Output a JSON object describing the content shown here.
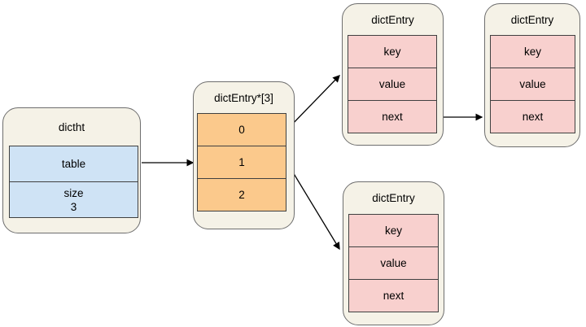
{
  "nodes": {
    "dictht": {
      "title": "dictht",
      "cells": [
        "table",
        "size\n3"
      ]
    },
    "bucket_array": {
      "title": "dictEntry*[3]",
      "cells": [
        "0",
        "1",
        "2"
      ]
    },
    "entry_top_left": {
      "title": "dictEntry",
      "cells": [
        "key",
        "value",
        "next"
      ]
    },
    "entry_top_right": {
      "title": "dictEntry",
      "cells": [
        "key",
        "value",
        "next"
      ]
    },
    "entry_bottom": {
      "title": "dictEntry",
      "cells": [
        "key",
        "value",
        "next"
      ]
    }
  },
  "edges": [
    {
      "from": "dictht.table",
      "to": "bucket_array"
    },
    {
      "from": "bucket_array.0",
      "to": "entry_top_left"
    },
    {
      "from": "bucket_array.1",
      "to": "entry_bottom"
    },
    {
      "from": "entry_top_left.next",
      "to": "entry_top_right"
    }
  ],
  "colors": {
    "container_fill": "#f5f2e7",
    "container_border": "#6e6e6e",
    "table_cell_fill": "#cfe3f5",
    "bucket_cell_fill": "#fbc98c",
    "entry_cell_fill": "#f8d0ce",
    "cell_border": "#404040",
    "arrow": "#000000",
    "text": "#000000"
  }
}
